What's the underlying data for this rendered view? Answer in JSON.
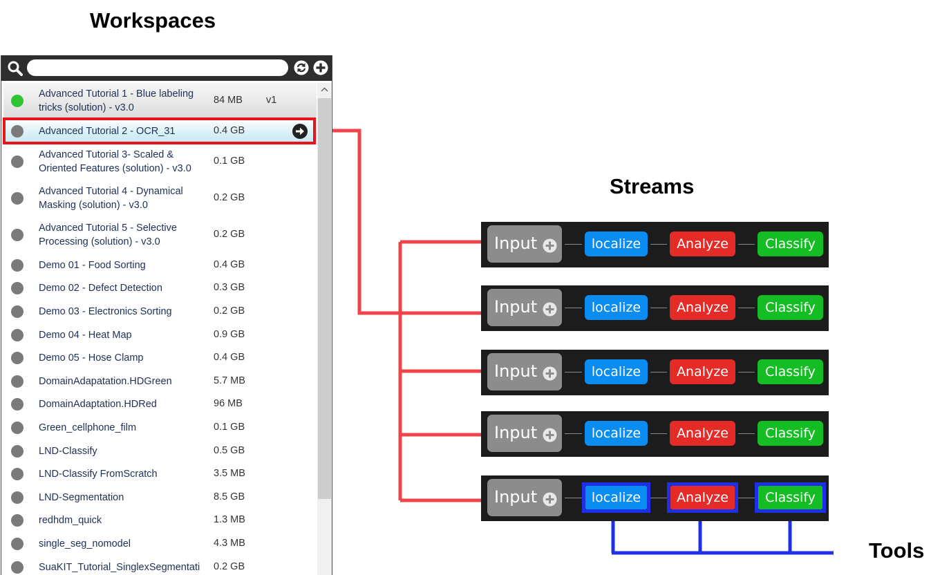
{
  "headings": {
    "workspaces": "Workspaces",
    "streams": "Streams",
    "tools": "Tools"
  },
  "workspaces_panel": {
    "search": {
      "value": "",
      "placeholder": ""
    },
    "toolbar_icons": [
      "search-icon",
      "refresh-icon",
      "add-icon"
    ],
    "items": [
      {
        "name": "Advanced Tutorial 1 - Blue labeling tricks (solution) - v3.0",
        "size": "84 MB",
        "version": "v1",
        "status": "ready"
      },
      {
        "name": "Advanced Tutorial 2 - OCR_31",
        "size": "0.4 GB",
        "version": "",
        "status": "idle",
        "selected": true
      },
      {
        "name": "Advanced Tutorial 3- Scaled & Oriented Features (solution) - v3.0",
        "size": "0.1 GB",
        "version": "",
        "status": "idle"
      },
      {
        "name": "Advanced Tutorial 4 - Dynamical Masking (solution) - v3.0",
        "size": "0.2 GB",
        "version": "",
        "status": "idle"
      },
      {
        "name": "Advanced Tutorial 5 - Selective Processing  (solution) - v3.0",
        "size": "0.2 GB",
        "version": "",
        "status": "idle"
      },
      {
        "name": "Demo 01 - Food Sorting",
        "size": "0.4 GB",
        "version": "",
        "status": "idle"
      },
      {
        "name": "Demo 02 - Defect Detection",
        "size": "0.3 GB",
        "version": "",
        "status": "idle"
      },
      {
        "name": "Demo 03 - Electronics Sorting",
        "size": "0.2 GB",
        "version": "",
        "status": "idle"
      },
      {
        "name": "Demo 04 - Heat Map",
        "size": "0.9 GB",
        "version": "",
        "status": "idle"
      },
      {
        "name": "Demo 05 - Hose Clamp",
        "size": "0.4 GB",
        "version": "",
        "status": "idle"
      },
      {
        "name": "DomainAdapatation.HDGreen",
        "size": "5.7 MB",
        "version": "",
        "status": "idle"
      },
      {
        "name": "DomainAdaptation.HDRed",
        "size": "96 MB",
        "version": "",
        "status": "idle"
      },
      {
        "name": "Green_cellphone_film",
        "size": "0.1 GB",
        "version": "",
        "status": "idle"
      },
      {
        "name": "LND-Classify",
        "size": "0.5 GB",
        "version": "",
        "status": "idle"
      },
      {
        "name": "LND-Classify FromScratch",
        "size": "3.5 MB",
        "version": "",
        "status": "idle"
      },
      {
        "name": "LND-Segmentation",
        "size": "8.5 GB",
        "version": "",
        "status": "idle"
      },
      {
        "name": "redhdm_quick",
        "size": "1.3 MB",
        "version": "",
        "status": "idle"
      },
      {
        "name": "single_seg_nomodel",
        "size": "4.3 MB",
        "version": "",
        "status": "idle"
      },
      {
        "name": "SuaKIT_Tutorial_SinglexSegmentati",
        "size": "0.2 GB",
        "version": "",
        "status": "idle"
      }
    ]
  },
  "streams": [
    {
      "input": "Input",
      "tools": [
        "localize",
        "Analyze",
        "Classify"
      ]
    },
    {
      "input": "Input",
      "tools": [
        "localize",
        "Analyze",
        "Classify"
      ]
    },
    {
      "input": "Input",
      "tools": [
        "localize",
        "Analyze",
        "Classify"
      ]
    },
    {
      "input": "Input",
      "tools": [
        "localize",
        "Analyze",
        "Classify"
      ]
    },
    {
      "input": "Input",
      "tools": [
        "localize",
        "Analyze",
        "Classify"
      ],
      "tools_highlighted": true
    }
  ],
  "colors": {
    "workspace_highlight": "#e8141c",
    "stream_connector": "#f0444a",
    "tool_connector": "#1f2fe8",
    "tool_localize": "#0b8cf0",
    "tool_analyze": "#e52b27",
    "tool_classify": "#15bd25",
    "input_block": "#8c8c8c",
    "stream_background": "#1c1c1c"
  }
}
